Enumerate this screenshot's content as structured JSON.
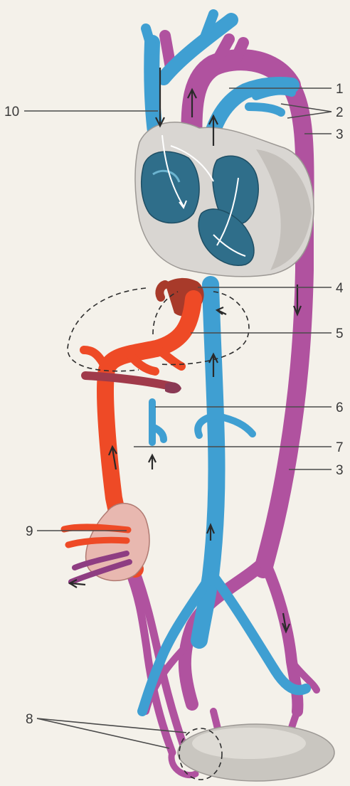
{
  "diagram": {
    "colors": {
      "background": "#f4f1ea",
      "vein": "#3f9fd2",
      "vein_dark": "#2b7fb3",
      "mixed": "#b0529f",
      "mixed_dark": "#8e3d82",
      "artery": "#ee4a26",
      "liver": "#a83a2a",
      "heart": "#d9d6d2",
      "heart_cavity": "#2f6e8a",
      "placenta": "#e8b8b0"
    },
    "labels": [
      {
        "id": "1",
        "text": "1"
      },
      {
        "id": "2",
        "text": "2"
      },
      {
        "id": "3a",
        "text": "3"
      },
      {
        "id": "4",
        "text": "4"
      },
      {
        "id": "5",
        "text": "5"
      },
      {
        "id": "6",
        "text": "6"
      },
      {
        "id": "7",
        "text": "7"
      },
      {
        "id": "3b",
        "text": "3"
      },
      {
        "id": "9",
        "text": "9"
      },
      {
        "id": "8",
        "text": "8"
      },
      {
        "id": "10",
        "text": "10"
      }
    ]
  }
}
